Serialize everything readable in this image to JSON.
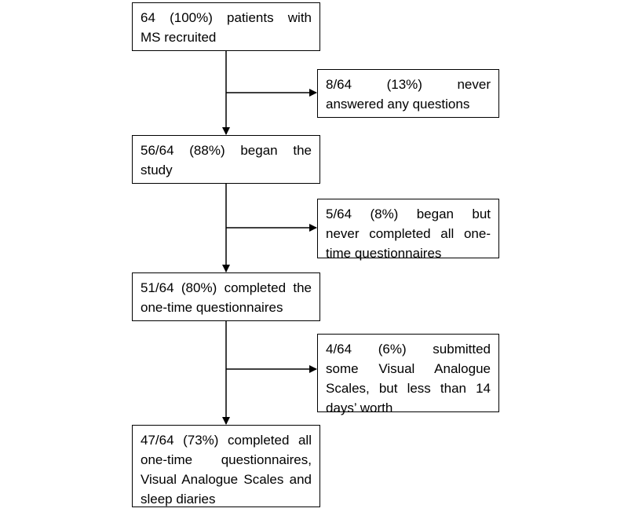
{
  "flowchart": {
    "boxes": {
      "recruited": {
        "lines": [
          "64 (100%) patients with",
          "MS recruited"
        ]
      },
      "never_answered": {
        "lines": [
          "8/64 (13%) never",
          "answered any questions"
        ]
      },
      "began_study": {
        "lines": [
          "56/64 (88%) began the",
          "study"
        ]
      },
      "never_completed": {
        "lines": [
          "5/64 (8%) began but",
          "never completed all one-",
          "time questionnaires"
        ]
      },
      "completed_one_time": {
        "lines": [
          "51/64 (80%) completed the",
          "one-time questionnaires"
        ]
      },
      "submitted_some_vas": {
        "lines": [
          "4/64 (6%) submitted",
          "some Visual Analogue",
          "Scales, but less than 14",
          "days’ worth"
        ]
      },
      "completed_all": {
        "lines": [
          "47/64 (73%) completed all",
          "one-time questionnaires,",
          "Visual Analogue Scales and",
          "sleep diaries"
        ]
      }
    },
    "colors": {
      "line": "#000000",
      "box_border": "#000000",
      "background": "#ffffff"
    }
  }
}
